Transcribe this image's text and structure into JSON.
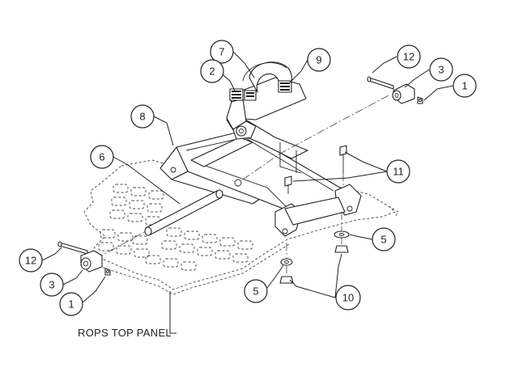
{
  "callouts": [
    {
      "label": "12"
    },
    {
      "label": "3"
    },
    {
      "label": "1"
    },
    {
      "label": "7"
    },
    {
      "label": "2"
    },
    {
      "label": "9"
    },
    {
      "label": "8"
    },
    {
      "label": "6"
    },
    {
      "label": "11"
    },
    {
      "label": "5"
    },
    {
      "label": "12"
    },
    {
      "label": "3"
    },
    {
      "label": "1"
    },
    {
      "label": "5"
    },
    {
      "label": "10"
    }
  ],
  "panel_label": "ROPS TOP PANEL"
}
